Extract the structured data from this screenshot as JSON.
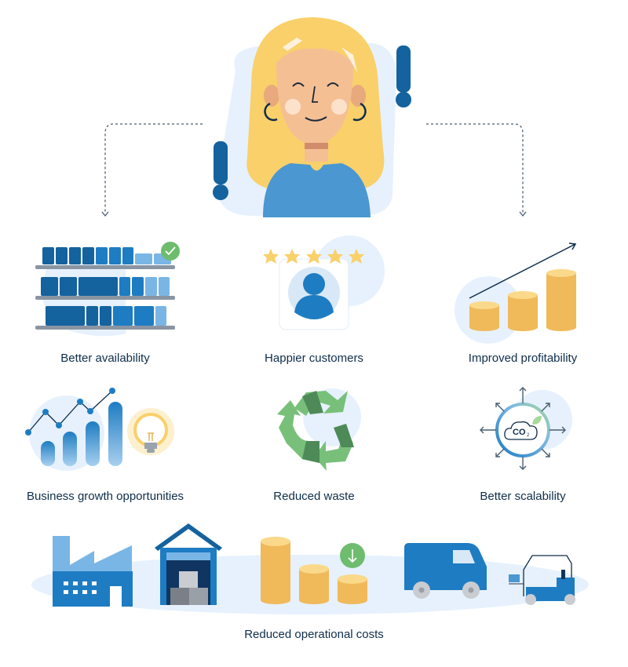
{
  "colors": {
    "text": "#0f2d4a",
    "bg_blob": "#e6f1fd",
    "blue_dark": "#14629e",
    "blue_mid": "#1e7cc2",
    "blue_light": "#79b6e6",
    "coin": "#f0b95a",
    "coin_top": "#fbd98a",
    "green": "#6ebc6e",
    "hair": "#f9d06a",
    "skin": "#f5bf94",
    "shirt": "#4a97d2",
    "connector": "#4a5d70"
  },
  "hero": {
    "icon": "happy-woman-illustration",
    "accent_icon": "exclamation-icon"
  },
  "benefits": [
    {
      "label": "Better availability",
      "icon": "stocked-shelves-icon"
    },
    {
      "label": "Happier customers",
      "icon": "five-star-customer-icon"
    },
    {
      "label": "Improved profitability",
      "icon": "rising-coin-stacks-icon"
    },
    {
      "label": "Business growth opportunities",
      "icon": "growth-chart-lightbulb-icon"
    },
    {
      "label": "Reduced waste",
      "icon": "recycle-icon"
    },
    {
      "label": "Better scalability",
      "icon": "co2-expand-icon"
    }
  ],
  "footer": {
    "label": "Reduced operational costs",
    "icons": [
      "factory-icon",
      "warehouse-icon",
      "coins-down-icon",
      "delivery-van-icon",
      "forklift-icon"
    ]
  }
}
